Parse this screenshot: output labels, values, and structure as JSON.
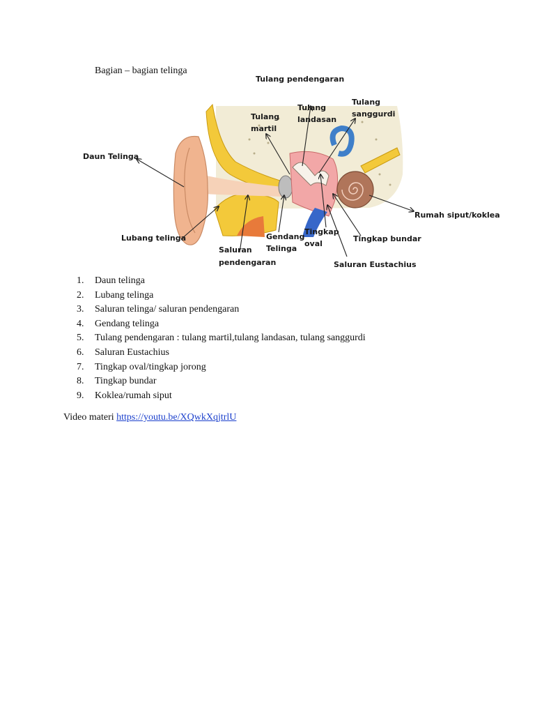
{
  "title": "Bagian – bagian telinga",
  "diagram": {
    "labels": {
      "tulang_pendengaran": "Tulang pendengaran",
      "tulang_martil_1": "Tulang",
      "tulang_martil_2": "martil",
      "tulang_landasan_1": "Tulang",
      "tulang_landasan_2": "landasan",
      "tulang_sanggurdi_1": "Tulang",
      "tulang_sanggurdi_2": "sanggurdi",
      "daun_telinga": "Daun Telinga",
      "rumah_siput": "Rumah siput/koklea",
      "lubang_telinga": "Lubang telinga",
      "gendang_1": "Gendang",
      "gendang_2": "Telinga",
      "tingkap_oval_1": "Tingkap",
      "tingkap_oval_2": "oval",
      "tingkap_bundar": "Tingkap bundar",
      "saluran_1": "Saluran",
      "saluran_2": "pendengaran",
      "saluran_eustachius": "Saluran Eustachius"
    }
  },
  "list": [
    {
      "num": "1.",
      "text": "Daun telinga"
    },
    {
      "num": "2.",
      "text": "Lubang telinga"
    },
    {
      "num": "3.",
      "text": "Saluran telinga/ saluran pendengaran"
    },
    {
      "num": "4.",
      "text": "Gendang telinga"
    },
    {
      "num": "5.",
      "text": "Tulang pendengaran : tulang martil,tulang landasan, tulang sanggurdi"
    },
    {
      "num": "6.",
      "text": "Saluran Eustachius"
    },
    {
      "num": "7.",
      "text": "Tingkap oval/tingkap jorong"
    },
    {
      "num": "8.",
      "text": "Tingkap bundar"
    },
    {
      "num": "9.",
      "text": "Koklea/rumah siput"
    }
  ],
  "video": {
    "prefix": "Video materi ",
    "link_text": "https://youtu.be/XQwkXqjtrlU"
  }
}
